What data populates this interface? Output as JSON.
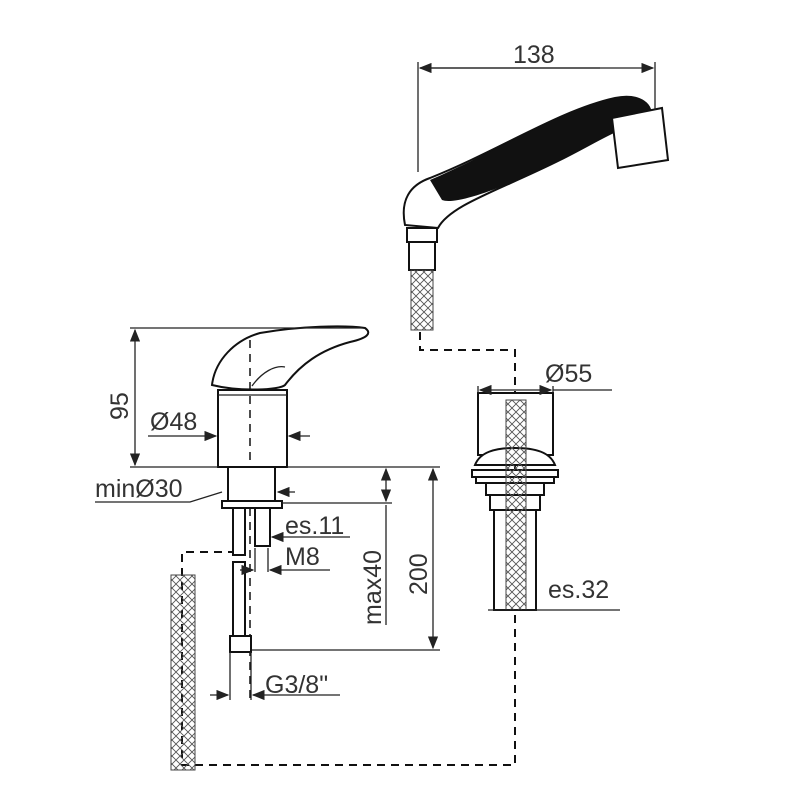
{
  "title": "Single-lever basin mixer with pull-out spout - technical drawing",
  "colors": {
    "line": "#111111",
    "text": "#333333"
  },
  "dimensions": {
    "spout_length": "138",
    "mixer_height": "95",
    "body_diameter": "Ø48",
    "hole_min_diameter": "minØ30",
    "thickness_mixer": "es.11",
    "stud_thread": "M8",
    "max_deck": "max40",
    "hose_length": "200",
    "connection": "G3/8\"",
    "holder_diameter": "Ø55",
    "thickness_holder": "es.32"
  }
}
